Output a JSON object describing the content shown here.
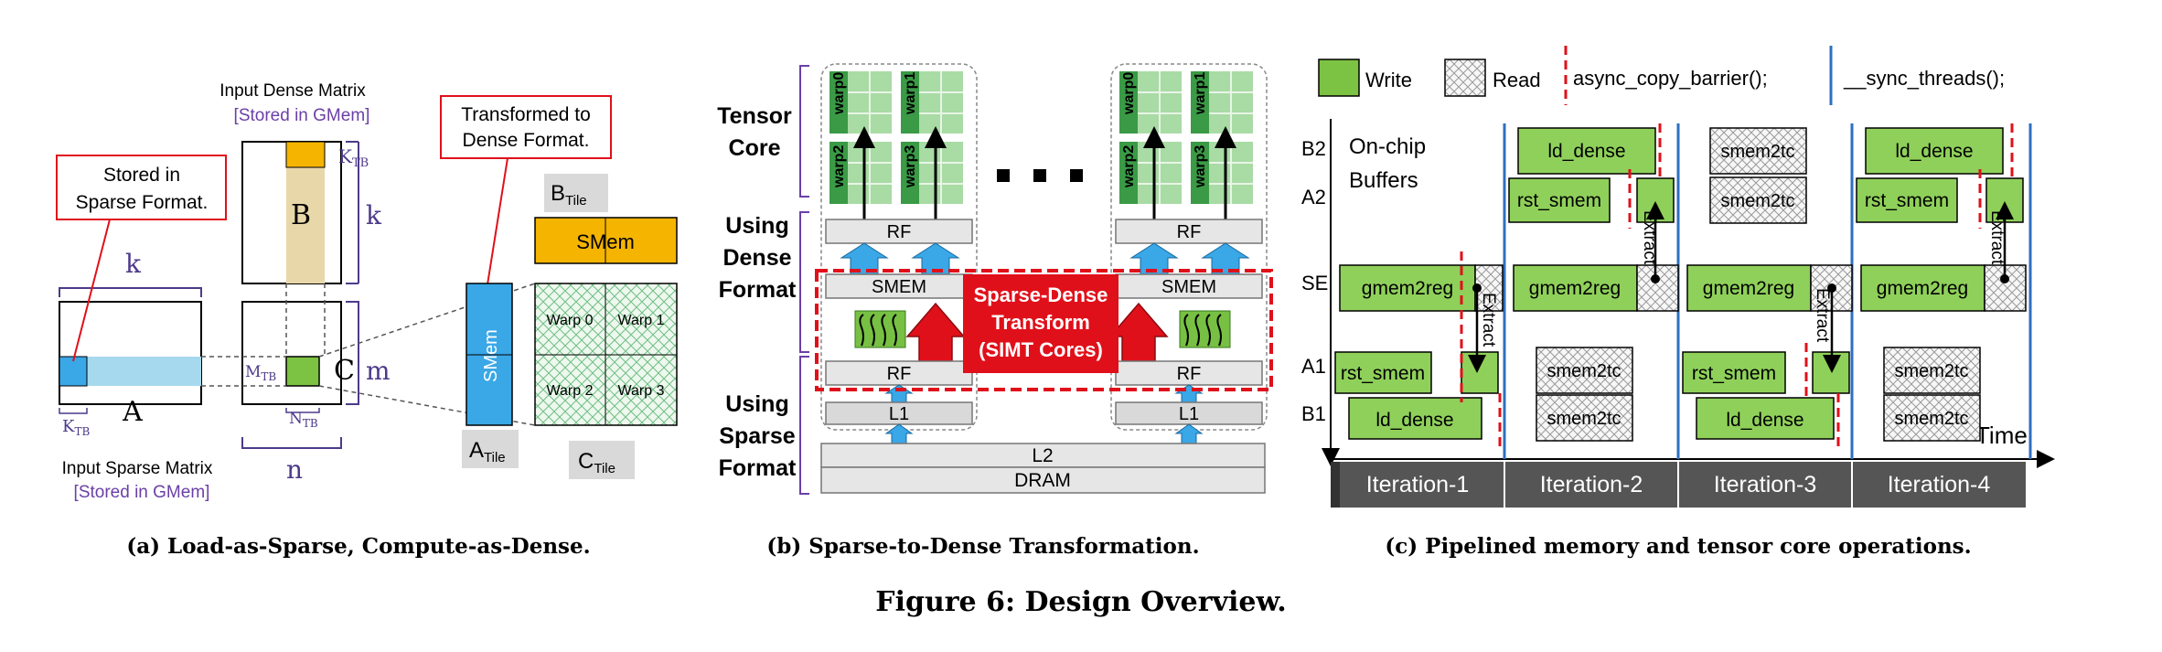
{
  "figure_title": "Figure 6: Design Overview.",
  "panel_a": {
    "caption": "(a) Load-as-Sparse, Compute-as-Dense.",
    "input_dense_title": "Input Dense Matrix",
    "input_dense_sub": "[Stored in GMem]",
    "input_sparse_title": "Input Sparse Matrix",
    "input_sparse_sub": "[Stored in GMem]",
    "stored_sparse_l1": "Stored in",
    "stored_sparse_l2": "Sparse Format.",
    "transformed_l1": "Transformed to",
    "transformed_l2": "Dense Format.",
    "label_A": "A",
    "label_B": "B",
    "label_C": "C",
    "label_k_top": "k",
    "label_k_side": "k",
    "label_m": "m",
    "label_n": "n",
    "label_K": "K",
    "label_M": "M",
    "label_N": "N",
    "sub_TB": "TB",
    "smem_horizontal": "SMem",
    "smem_vertical": "SMem",
    "b_tile": "B",
    "a_tile": "A",
    "c_tile": "C",
    "sub_tile": "Tile",
    "warps": [
      "Warp 0",
      "Warp 1",
      "Warp 2",
      "Warp 3"
    ]
  },
  "panel_b": {
    "caption": "(b) Sparse-to-Dense Transformation.",
    "tensor_core_l1": "Tensor",
    "tensor_core_l2": "Core",
    "using_dense_l1": "Using",
    "using_dense_l2": "Dense",
    "using_dense_l3": "Format",
    "using_sparse_l1": "Using",
    "using_sparse_l2": "Sparse",
    "using_sparse_l3": "Format",
    "warps": [
      "warp0",
      "warp1",
      "warp2",
      "warp3"
    ],
    "rf": "RF",
    "smem": "SMEM",
    "l1": "L1",
    "l2": "L2",
    "dram": "DRAM",
    "transform_l1": "Sparse-Dense",
    "transform_l2": "Transform",
    "transform_l3": "(SIMT Cores)",
    "colors": {
      "red": "#e0101a",
      "green": "#77c043",
      "blue": "#3aa7e6"
    }
  },
  "panel_c": {
    "caption": "(c) Pipelined memory and tensor core operations.",
    "legend": {
      "write": "Write",
      "read": "Read",
      "async_barrier": "async_copy_barrier();",
      "sync_threads": "__sync_threads();"
    },
    "onchip_l1": "On-chip",
    "onchip_l2": "Buffers",
    "rows": [
      "B2",
      "A2",
      "SE",
      "A1",
      "B1"
    ],
    "time_label": "Time",
    "iterations": [
      "Iteration-1",
      "Iteration-2",
      "Iteration-3",
      "Iteration-4"
    ],
    "ops": {
      "ld_dense": "ld_dense",
      "rst_smem": "rst_smem",
      "gmem2reg": "gmem2reg",
      "smem2tc": "smem2tc",
      "extract": "Extract"
    },
    "colors": {
      "write": "#8fd05a",
      "sync": "#2e6fc0",
      "barrier": "#e0101a",
      "bar": "#555555"
    }
  }
}
